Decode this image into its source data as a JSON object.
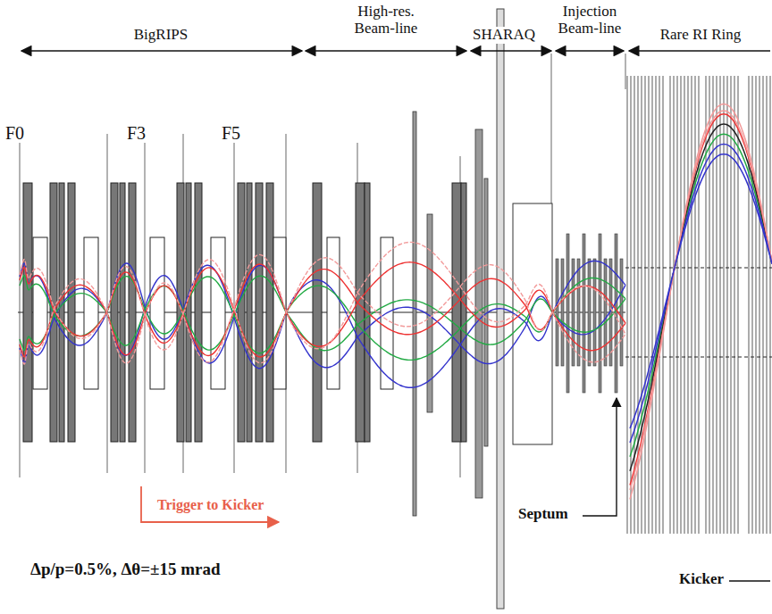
{
  "diagram": {
    "labels": [
      "BigRIPS",
      "High-res. Beam-line",
      "SHARAQ",
      "Injection Beam-line",
      "Rare RI Ring",
      "F0",
      "F3",
      "F5",
      "Trigger to Kicker",
      "Septum",
      "Δp/p=0.5%, Δθ=±15 mrad",
      "Kicker"
    ]
  }
}
